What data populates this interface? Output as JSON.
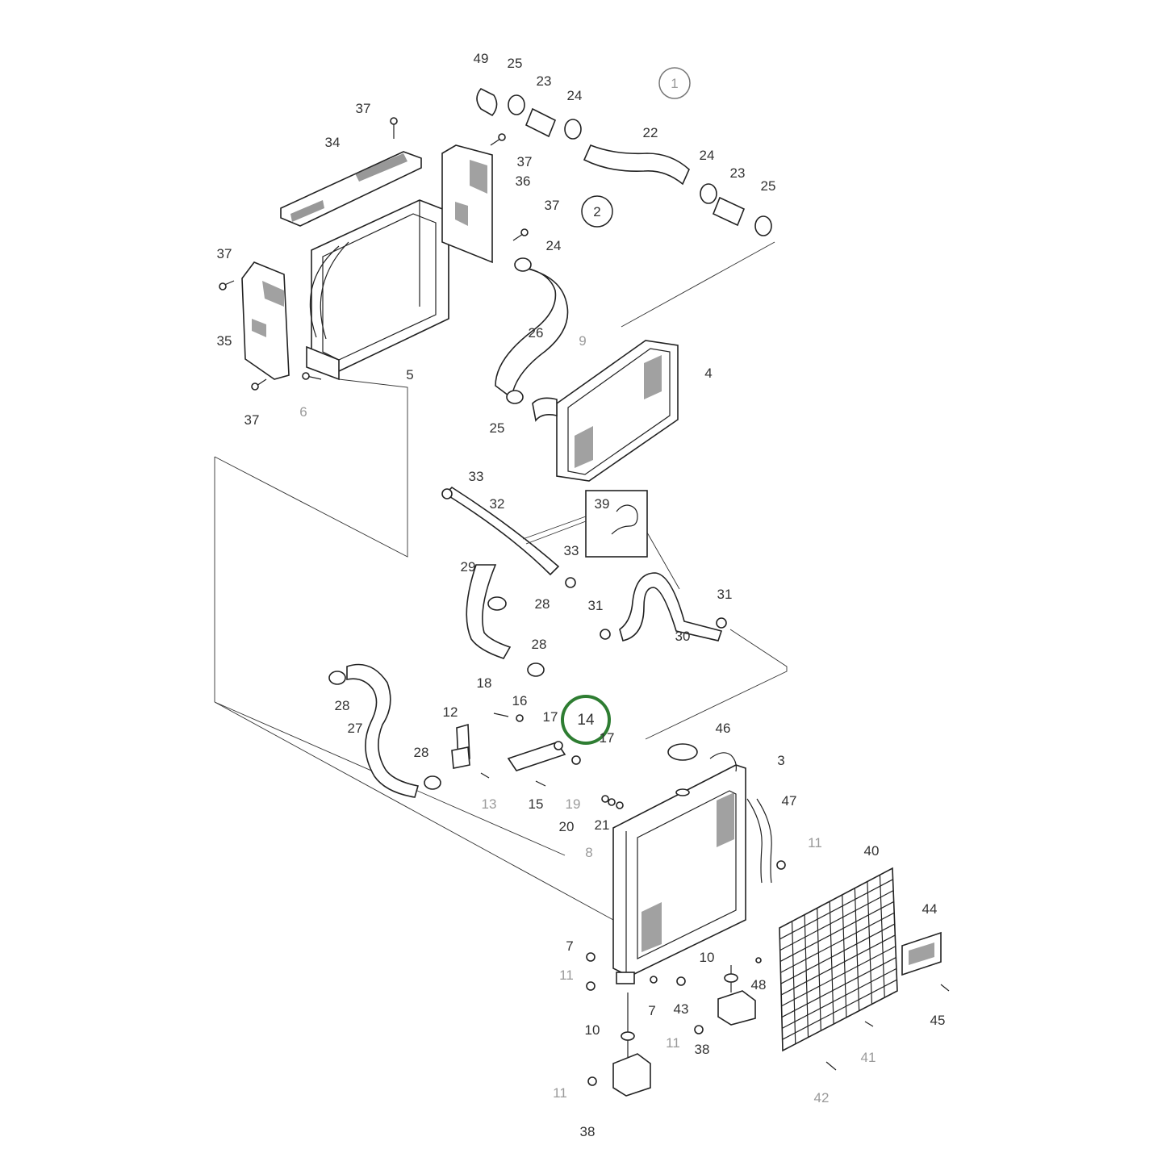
{
  "diagram": {
    "callouts": [
      {
        "id": "c49",
        "text": "49",
        "muted": false
      },
      {
        "id": "c25a",
        "text": "25",
        "muted": false
      },
      {
        "id": "c23a",
        "text": "23",
        "muted": false
      },
      {
        "id": "c24a",
        "text": "24",
        "muted": false
      },
      {
        "id": "c37a",
        "text": "37",
        "muted": false
      },
      {
        "id": "c34",
        "text": "34",
        "muted": false
      },
      {
        "id": "c37b",
        "text": "37",
        "muted": false
      },
      {
        "id": "c36",
        "text": "36",
        "muted": false
      },
      {
        "id": "c22",
        "text": "22",
        "muted": false
      },
      {
        "id": "c24b",
        "text": "24",
        "muted": false
      },
      {
        "id": "c23b",
        "text": "23",
        "muted": false
      },
      {
        "id": "c25b",
        "text": "25",
        "muted": false
      },
      {
        "id": "c37c",
        "text": "37",
        "muted": false
      },
      {
        "id": "c24c",
        "text": "24",
        "muted": false
      },
      {
        "id": "c37d",
        "text": "37",
        "muted": false
      },
      {
        "id": "c35",
        "text": "35",
        "muted": false
      },
      {
        "id": "c26",
        "text": "26",
        "muted": false
      },
      {
        "id": "c9",
        "text": "9",
        "muted": true
      },
      {
        "id": "c4",
        "text": "4",
        "muted": false
      },
      {
        "id": "c5",
        "text": "5",
        "muted": false
      },
      {
        "id": "c37e",
        "text": "37",
        "muted": false
      },
      {
        "id": "c6",
        "text": "6",
        "muted": true
      },
      {
        "id": "c25c",
        "text": "25",
        "muted": false
      },
      {
        "id": "c33a",
        "text": "33",
        "muted": false
      },
      {
        "id": "c32",
        "text": "32",
        "muted": false
      },
      {
        "id": "c39",
        "text": "39",
        "muted": false
      },
      {
        "id": "c33b",
        "text": "33",
        "muted": false
      },
      {
        "id": "c29",
        "text": "29",
        "muted": false
      },
      {
        "id": "c28a",
        "text": "28",
        "muted": false
      },
      {
        "id": "c31a",
        "text": "31",
        "muted": false
      },
      {
        "id": "c31b",
        "text": "31",
        "muted": false
      },
      {
        "id": "c30",
        "text": "30",
        "muted": false
      },
      {
        "id": "c28b",
        "text": "28",
        "muted": false
      },
      {
        "id": "c18",
        "text": "18",
        "muted": false
      },
      {
        "id": "c16",
        "text": "16",
        "muted": false
      },
      {
        "id": "c28c",
        "text": "28",
        "muted": false
      },
      {
        "id": "c12",
        "text": "12",
        "muted": false
      },
      {
        "id": "c17a",
        "text": "17",
        "muted": false
      },
      {
        "id": "c17b",
        "text": "17",
        "muted": false
      },
      {
        "id": "c27",
        "text": "27",
        "muted": false
      },
      {
        "id": "c28d",
        "text": "28",
        "muted": false
      },
      {
        "id": "c46",
        "text": "46",
        "muted": false
      },
      {
        "id": "c3",
        "text": "3",
        "muted": false
      },
      {
        "id": "c13",
        "text": "13",
        "muted": true
      },
      {
        "id": "c15",
        "text": "15",
        "muted": false
      },
      {
        "id": "c19",
        "text": "19",
        "muted": true
      },
      {
        "id": "c47",
        "text": "47",
        "muted": false
      },
      {
        "id": "c20",
        "text": "20",
        "muted": false
      },
      {
        "id": "c21",
        "text": "21",
        "muted": false
      },
      {
        "id": "c11a",
        "text": "11",
        "muted": true
      },
      {
        "id": "c8",
        "text": "8",
        "muted": true
      },
      {
        "id": "c40",
        "text": "40",
        "muted": false
      },
      {
        "id": "c44",
        "text": "44",
        "muted": false
      },
      {
        "id": "c7a",
        "text": "7",
        "muted": false
      },
      {
        "id": "c10a",
        "text": "10",
        "muted": false
      },
      {
        "id": "c48",
        "text": "48",
        "muted": false
      },
      {
        "id": "c11b",
        "text": "11",
        "muted": true
      },
      {
        "id": "c7b",
        "text": "7",
        "muted": false
      },
      {
        "id": "c43",
        "text": "43",
        "muted": false
      },
      {
        "id": "c45",
        "text": "45",
        "muted": false
      },
      {
        "id": "c11c",
        "text": "11",
        "muted": true
      },
      {
        "id": "c38a",
        "text": "38",
        "muted": false
      },
      {
        "id": "c10b",
        "text": "10",
        "muted": false
      },
      {
        "id": "c41",
        "text": "41",
        "muted": true
      },
      {
        "id": "c42",
        "text": "42",
        "muted": true
      },
      {
        "id": "c11d",
        "text": "11",
        "muted": true
      },
      {
        "id": "c38b",
        "text": "38",
        "muted": false
      }
    ],
    "circled_refs": [
      {
        "id": "ref1",
        "text": "1"
      },
      {
        "id": "ref2",
        "text": "2"
      }
    ],
    "highlight": {
      "text": "14",
      "color": "#2e7d32"
    }
  }
}
